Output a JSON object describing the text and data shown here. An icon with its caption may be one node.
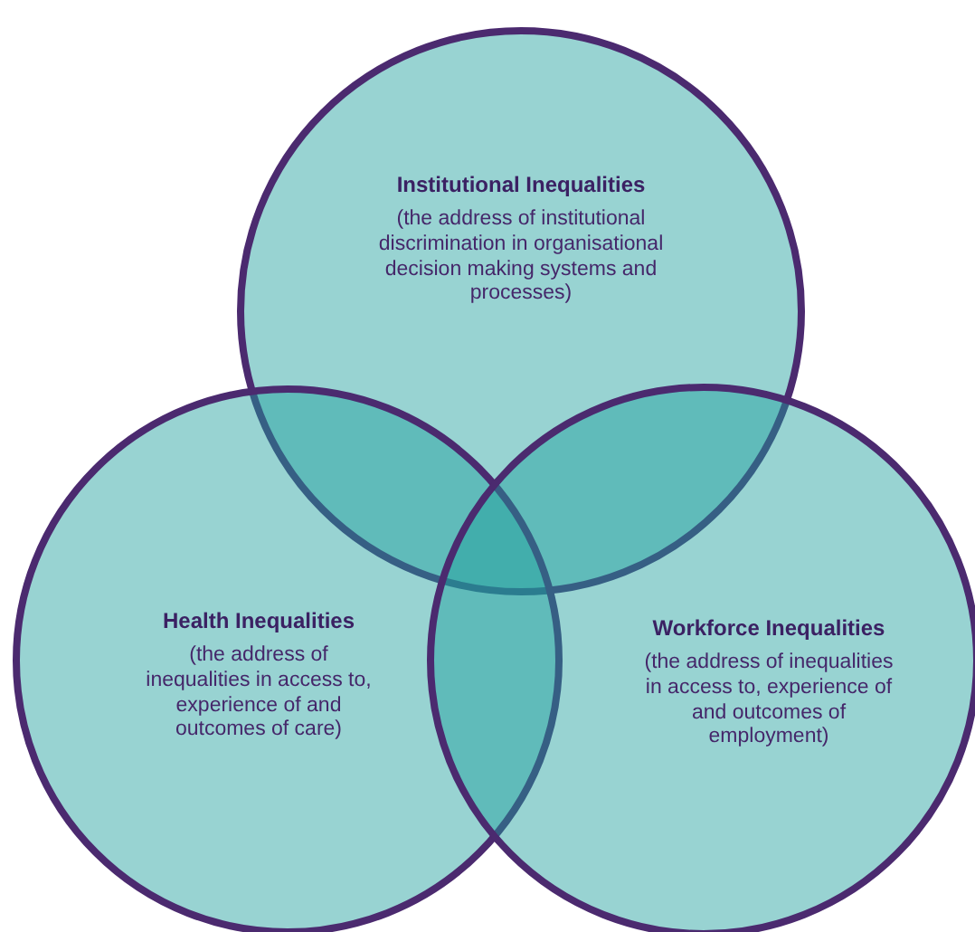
{
  "diagram": {
    "nodes": [
      {
        "text": [
          "Institutional Inequalities",
          "(the address of institutional discrimination in organisational decision making systems and processes)"
        ]
      },
      {
        "text": [
          "Health Inequalities",
          "(the address of inequalities in access to, experience of and outcomes of care)"
        ]
      },
      {
        "text": [
          "Workforce Inequalities",
          "(the address of inequalities in access to, experience of and outcomes of employment)"
        ]
      }
    ]
  }
}
